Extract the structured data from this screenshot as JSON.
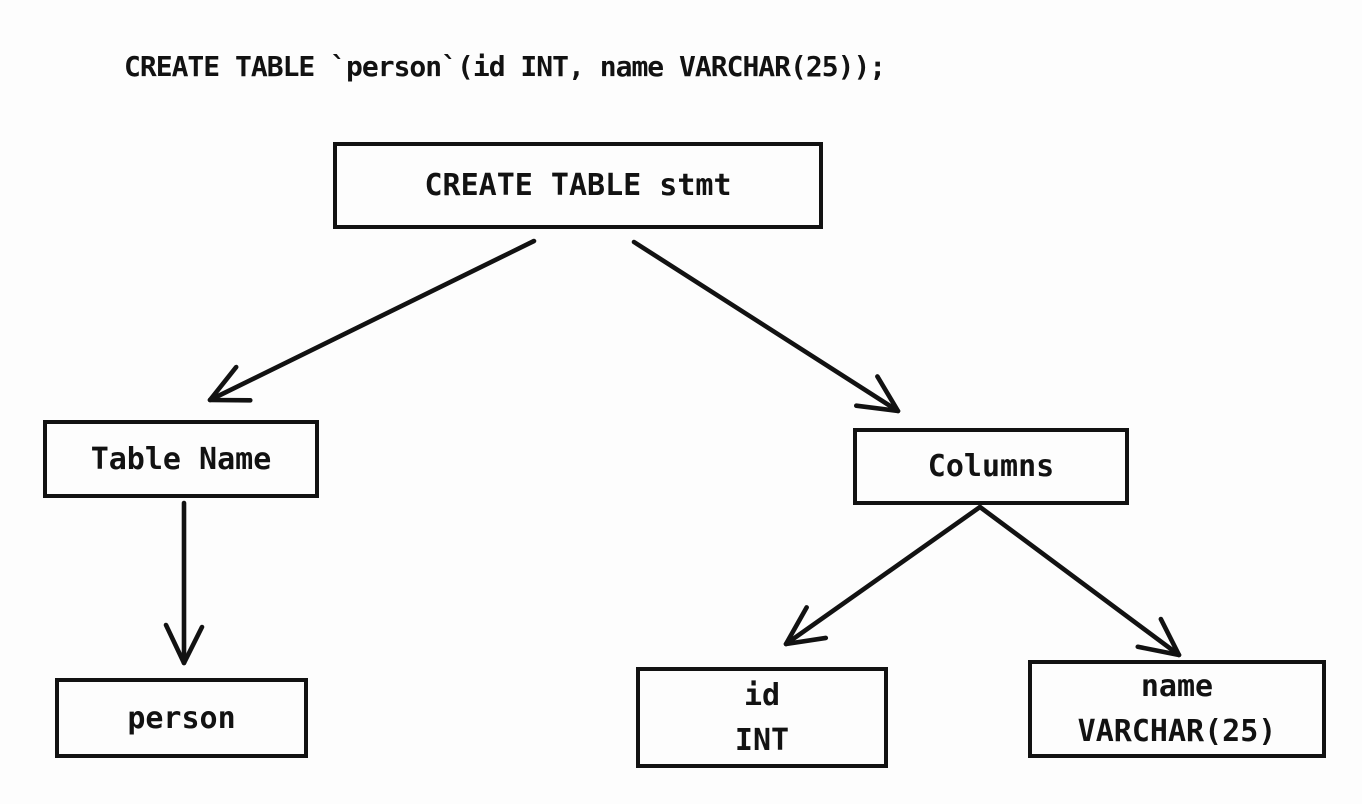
{
  "colors": {
    "ink": "#121212",
    "background": "#fdfdfd"
  },
  "sql_statement": "CREATE TABLE `person`(id INT, name VARCHAR(25));",
  "nodes": {
    "root": {
      "label": "CREATE TABLE stmt"
    },
    "table_name": {
      "label": "Table Name"
    },
    "columns": {
      "label": "Columns"
    },
    "person": {
      "label": "person"
    },
    "id_column": {
      "name": "id",
      "type": "INT"
    },
    "name_column": {
      "name": "name",
      "type": "VARCHAR(25)"
    }
  },
  "edges": [
    {
      "from": "root",
      "to": "table_name"
    },
    {
      "from": "root",
      "to": "columns"
    },
    {
      "from": "table_name",
      "to": "person"
    },
    {
      "from": "columns",
      "to": "id_column"
    },
    {
      "from": "columns",
      "to": "name_column"
    }
  ]
}
